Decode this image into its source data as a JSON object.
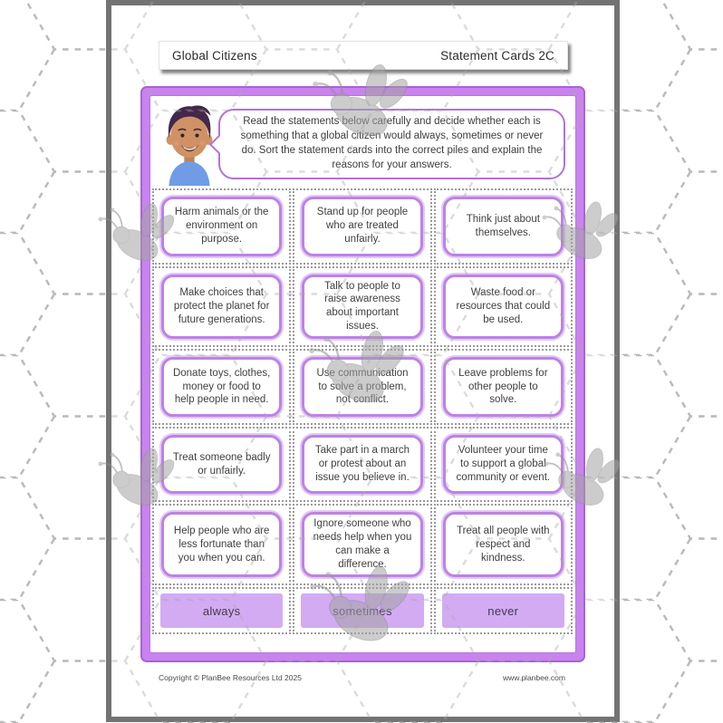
{
  "header": {
    "unit_title": "Global Citizens",
    "page_title": "Statement Cards 2C"
  },
  "instructions": "Read the statements below carefully and decide whether each is something that a global citizen would always, sometimes or never do. Sort the statement cards into the correct piles and explain the reasons for your answers.",
  "cards": [
    "Harm animals or the environment on purpose.",
    "Stand up for people who are treated unfairly.",
    "Think just about themselves.",
    "Make choices that protect the planet for future generations.",
    "Talk to people to raise awareness about important issues.",
    "Waste food or resources that could be used.",
    "Donate toys, clothes, money or food to help people in need.",
    "Use communication to solve a problem, not conflict.",
    "Leave problems for other people to solve.",
    "Treat someone badly or unfairly.",
    "Take part in a march or protest about an issue you believe in.",
    "Volunteer your time to support a global community or event.",
    "Help people who are less fortunate than you when you can.",
    "Ignore someone who needs help when you can make a difference.",
    "Treat all people with respect and kindness."
  ],
  "labels": [
    "always",
    "sometimes",
    "never"
  ],
  "footer": {
    "copyright": "Copyright © PlanBee Resources Ltd 2025",
    "website": "www.planbee.com"
  },
  "icons": {
    "bee": "bee-icon",
    "avatar": "boy-avatar"
  },
  "colors": {
    "frame_purple": "#ca82ef",
    "card_border_purple": "#bd82e5",
    "label_fill_purple": "#d3abf3",
    "page_border_grey": "#737373",
    "hex_pattern_grey": "#c6c6c6",
    "bee_grey": "#a3a3a3"
  }
}
